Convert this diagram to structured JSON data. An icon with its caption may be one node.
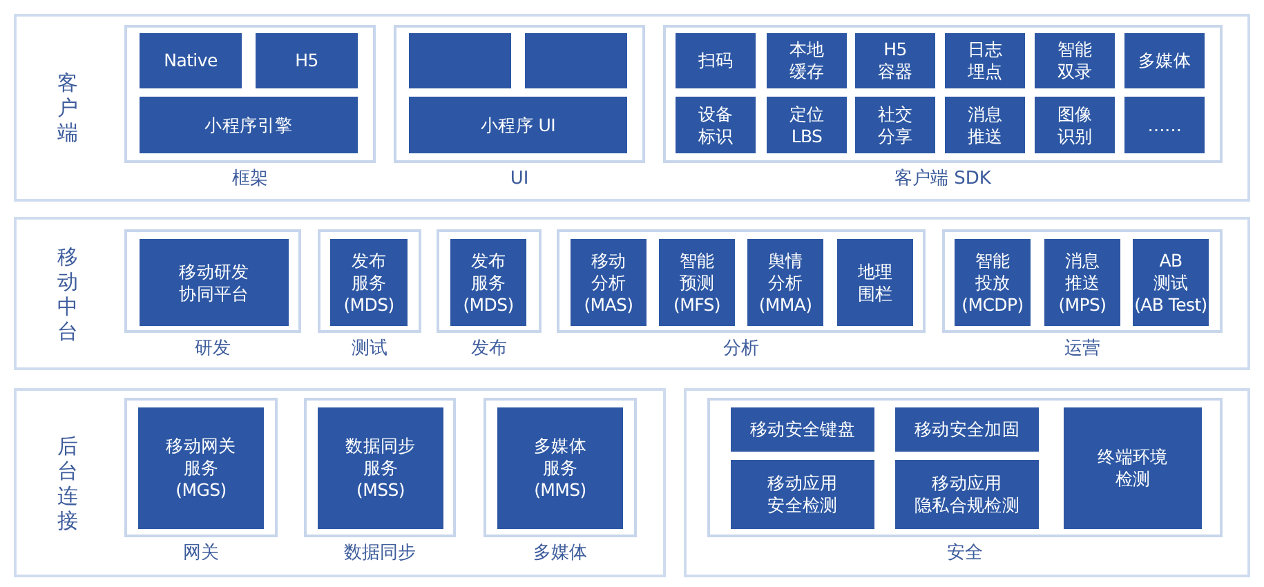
{
  "diagram": {
    "nodes": [
      {
        "text": [
          "客户端"
        ]
      },
      {
        "text": [
          "框架"
        ],
        "in": 0
      },
      {
        "text": [
          "Native"
        ],
        "in": 1
      },
      {
        "text": [
          "H5"
        ],
        "in": 1
      },
      {
        "text": [
          "小程序引擎"
        ],
        "in": 1
      },
      {
        "text": [
          "UI"
        ],
        "in": 0
      },
      {
        "text": [],
        "shape": "box",
        "in": 5
      },
      {
        "text": [],
        "shape": "box",
        "in": 5
      },
      {
        "text": [
          "小程序 UI"
        ],
        "in": 5
      },
      {
        "text": [
          "客户端 SDK"
        ],
        "in": 0
      },
      {
        "text": [
          "扫码"
        ],
        "in": 9
      },
      {
        "text": [
          "本地缓存"
        ],
        "in": 9
      },
      {
        "text": [
          "H5容器"
        ],
        "in": 9
      },
      {
        "text": [
          "日志埋点"
        ],
        "in": 9
      },
      {
        "text": [
          "智能双录"
        ],
        "in": 9
      },
      {
        "text": [
          "多媒体"
        ],
        "in": 9
      },
      {
        "text": [
          "设备标识"
        ],
        "in": 9
      },
      {
        "text": [
          "定位LBS"
        ],
        "in": 9
      },
      {
        "text": [
          "社交分享"
        ],
        "in": 9
      },
      {
        "text": [
          "消息推送"
        ],
        "in": 9
      },
      {
        "text": [
          "图像识别"
        ],
        "in": 9
      },
      {
        "text": [
          "……"
        ],
        "in": 9
      },
      {
        "text": [
          "移动中台"
        ]
      },
      {
        "text": [
          "研发"
        ],
        "in": 22
      },
      {
        "text": [
          "移动研发协同平台"
        ],
        "in": 23
      },
      {
        "text": [
          "测试"
        ],
        "in": 22
      },
      {
        "text": [
          "发布服务(MDS)"
        ],
        "in": 25
      },
      {
        "text": [
          "发布"
        ],
        "in": 22
      },
      {
        "text": [
          "发布服务(MDS)"
        ],
        "in": 27
      },
      {
        "text": [
          "分析"
        ],
        "in": 22
      },
      {
        "text": [
          "移动分析(MAS)"
        ],
        "in": 29
      },
      {
        "text": [
          "智能预测(MFS)"
        ],
        "in": 29
      },
      {
        "text": [
          "舆情分析(MMA)"
        ],
        "in": 29
      },
      {
        "text": [
          "地理围栏"
        ],
        "in": 29
      },
      {
        "text": [
          "运营"
        ],
        "in": 22
      },
      {
        "text": [
          "智能投放(MCDP)"
        ],
        "in": 34
      },
      {
        "text": [
          "消息推送(MPS)"
        ],
        "in": 34
      },
      {
        "text": [
          "AB测试(AB Test)"
        ],
        "in": 34
      },
      {
        "text": [
          "后台连接"
        ]
      },
      {
        "text": [
          "网关"
        ],
        "in": 38
      },
      {
        "text": [
          "移动网关服务(MGS)"
        ],
        "in": 39
      },
      {
        "text": [
          "数据同步"
        ],
        "in": 38
      },
      {
        "text": [
          "数据同步服务(MSS)"
        ],
        "in": 41
      },
      {
        "text": [
          "多媒体"
        ],
        "in": 38
      },
      {
        "text": [
          "多媒体服务(MMS)"
        ],
        "in": 43
      },
      {
        "text": [],
        "shape": "box"
      },
      {
        "text": [
          "安全"
        ],
        "in": 45
      },
      {
        "text": [
          "移动安全键盘"
        ],
        "in": 46
      },
      {
        "text": [
          "移动安全加固"
        ],
        "in": 46
      },
      {
        "text": [
          "移动应用安全检测"
        ],
        "in": 46
      },
      {
        "text": [
          "移动应用隐私合规检测"
        ],
        "in": 46
      },
      {
        "text": [
          "终端环境检测"
        ],
        "in": 46
      }
    ]
  }
}
